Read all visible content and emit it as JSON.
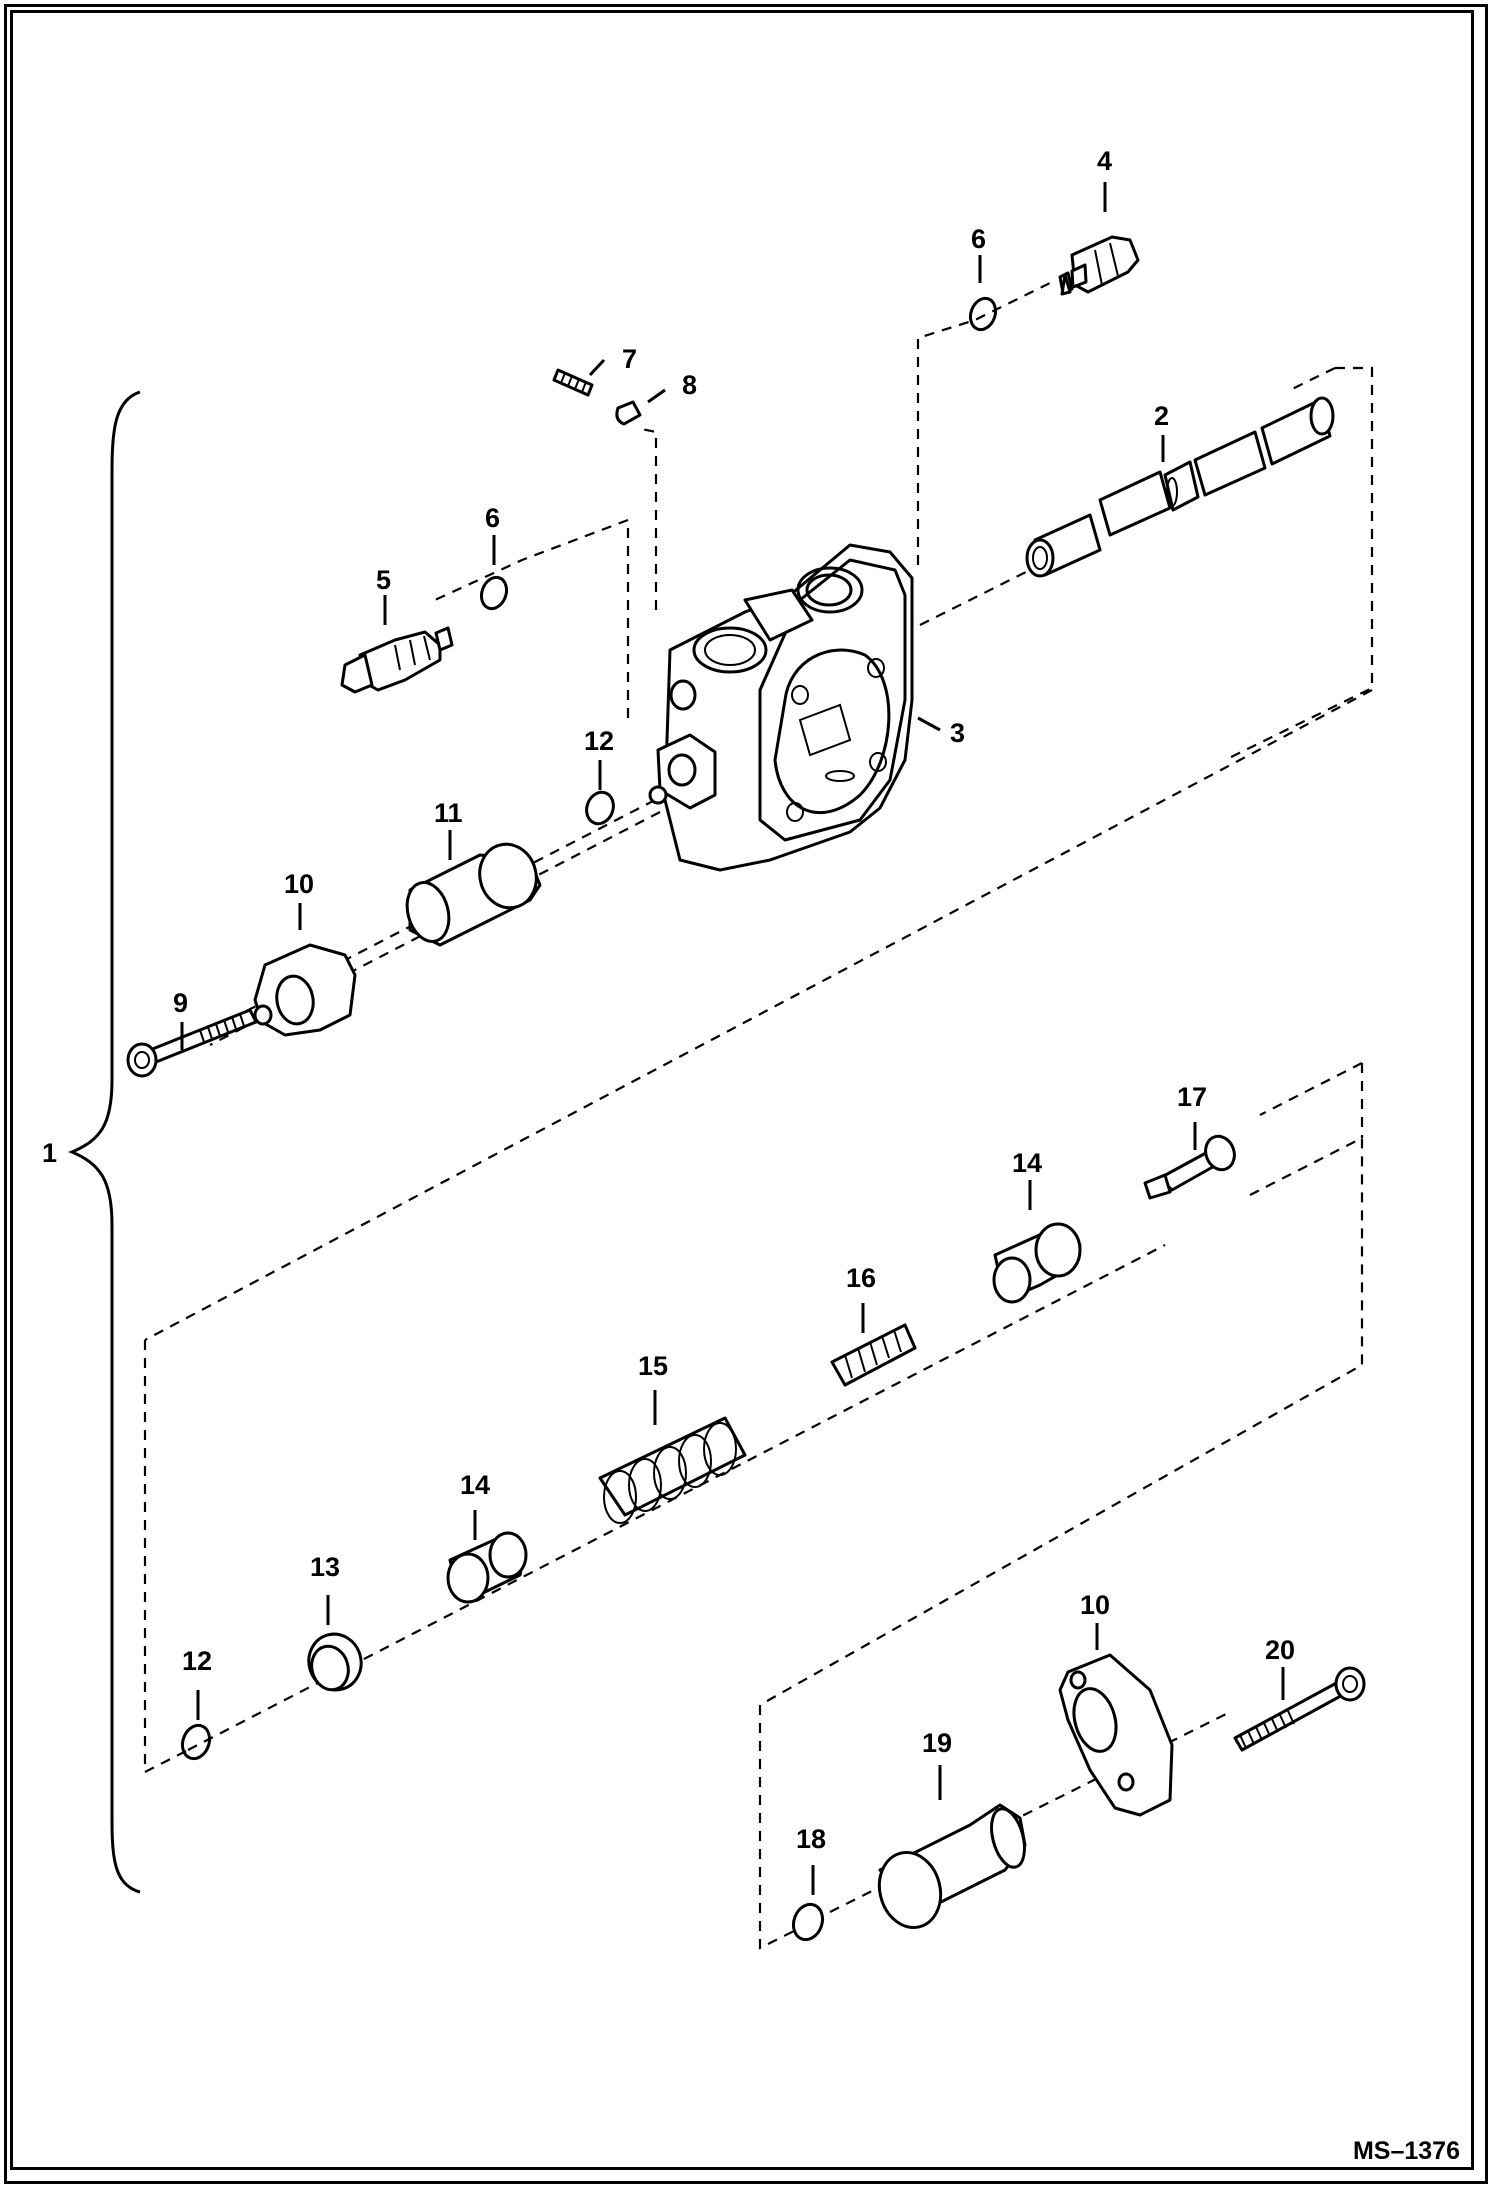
{
  "diagram": {
    "callouts": [
      {
        "id": "c1",
        "label": "1"
      },
      {
        "id": "c2",
        "label": "2"
      },
      {
        "id": "c3",
        "label": "3"
      },
      {
        "id": "c4",
        "label": "4"
      },
      {
        "id": "c5",
        "label": "5"
      },
      {
        "id": "c6a",
        "label": "6"
      },
      {
        "id": "c6b",
        "label": "6"
      },
      {
        "id": "c7",
        "label": "7"
      },
      {
        "id": "c8",
        "label": "8"
      },
      {
        "id": "c9",
        "label": "9"
      },
      {
        "id": "c10a",
        "label": "10"
      },
      {
        "id": "c10b",
        "label": "10"
      },
      {
        "id": "c11",
        "label": "11"
      },
      {
        "id": "c12a",
        "label": "12"
      },
      {
        "id": "c12b",
        "label": "12"
      },
      {
        "id": "c13",
        "label": "13"
      },
      {
        "id": "c14a",
        "label": "14"
      },
      {
        "id": "c14b",
        "label": "14"
      },
      {
        "id": "c15",
        "label": "15"
      },
      {
        "id": "c16",
        "label": "16"
      },
      {
        "id": "c17",
        "label": "17"
      },
      {
        "id": "c18",
        "label": "18"
      },
      {
        "id": "c19",
        "label": "19"
      },
      {
        "id": "c20",
        "label": "20"
      }
    ],
    "figure_code": "MS–1376"
  }
}
